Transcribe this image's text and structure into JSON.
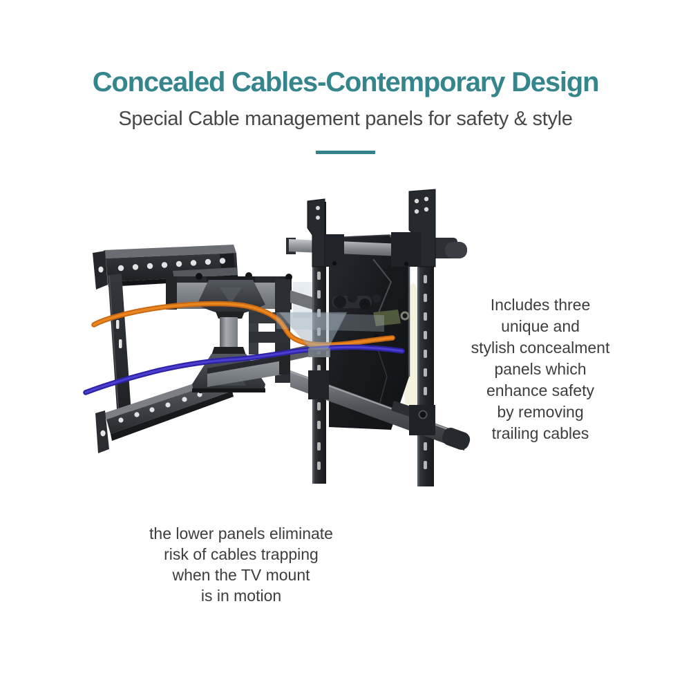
{
  "header": {
    "title": "Concealed Cables-Contemporary Design",
    "subtitle": "Special Cable management panels for safety & style"
  },
  "callouts": {
    "right": {
      "text": "Includes three unique and stylish concealment panels which enhance safety by removing trailing cables",
      "lines": [
        "Includes three",
        "unique and",
        "stylish concealment",
        "panels which",
        "enhance safety",
        "by removing",
        "trailing cables"
      ]
    },
    "bottom": {
      "text": "the lower panels eliminate risk of cables trapping when the TV mount is in motion",
      "lines": [
        "the lower panels eliminate",
        "risk of cables trapping",
        "when the TV mount",
        "is in motion"
      ]
    }
  },
  "product_image": {
    "description": "Full-motion articulating TV wall mount shown from the side: left wall plate with mounting holes, scissor arm with two dark concealment cover panels and a translucent centre panel, twin vertical TV rails with slots, silver cross bars, an orange cable routed along the upper arm and a blue cable routed along the lower arm"
  },
  "colors": {
    "accent_teal": "#35858c",
    "divider_teal": "#34818a",
    "subtitle_gray": "#474747",
    "body_text_gray": "#3d3d3d",
    "cable_orange": "#d8701a",
    "cable_blue": "#2e23a6",
    "metal_dark": "#26282d",
    "metal_silver": "#9aa0a6",
    "background": "#ffffff"
  }
}
